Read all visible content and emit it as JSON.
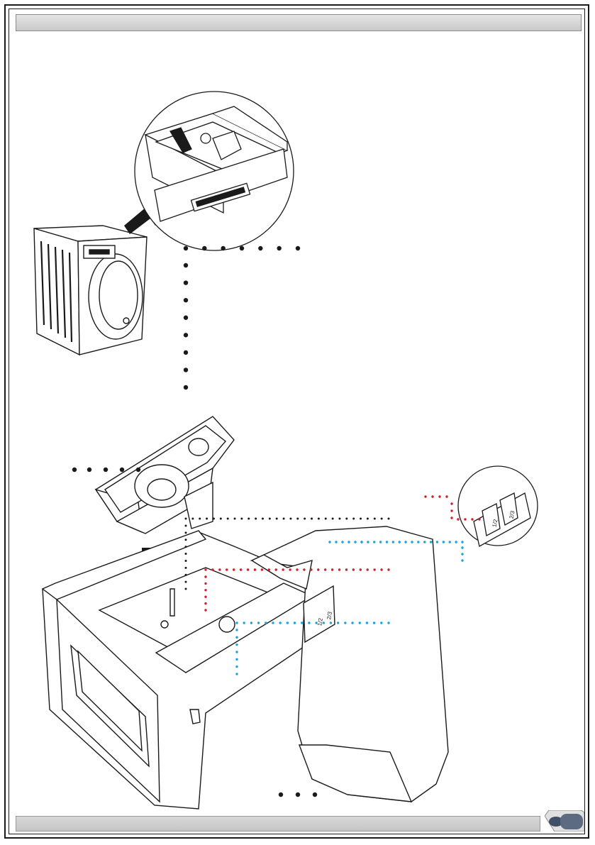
{
  "header": {
    "title": ""
  },
  "footer": {
    "page_number": ""
  },
  "colors": {
    "leader_black": "#1a1a1a",
    "leader_red": "#d11f2a",
    "leader_blue": "#1aa3d9",
    "bar_fill": "#d4d4d4",
    "page_tab": "#5d6b80"
  },
  "illustrations": [
    "front-load-washer",
    "detergent-drawer-detail",
    "siphon-cap",
    "detergent-drawer-tray",
    "liquid-detergent-scoop",
    "scoop-level-marks-detail"
  ],
  "scoop_marks": [
    "1/2",
    "2/3"
  ]
}
